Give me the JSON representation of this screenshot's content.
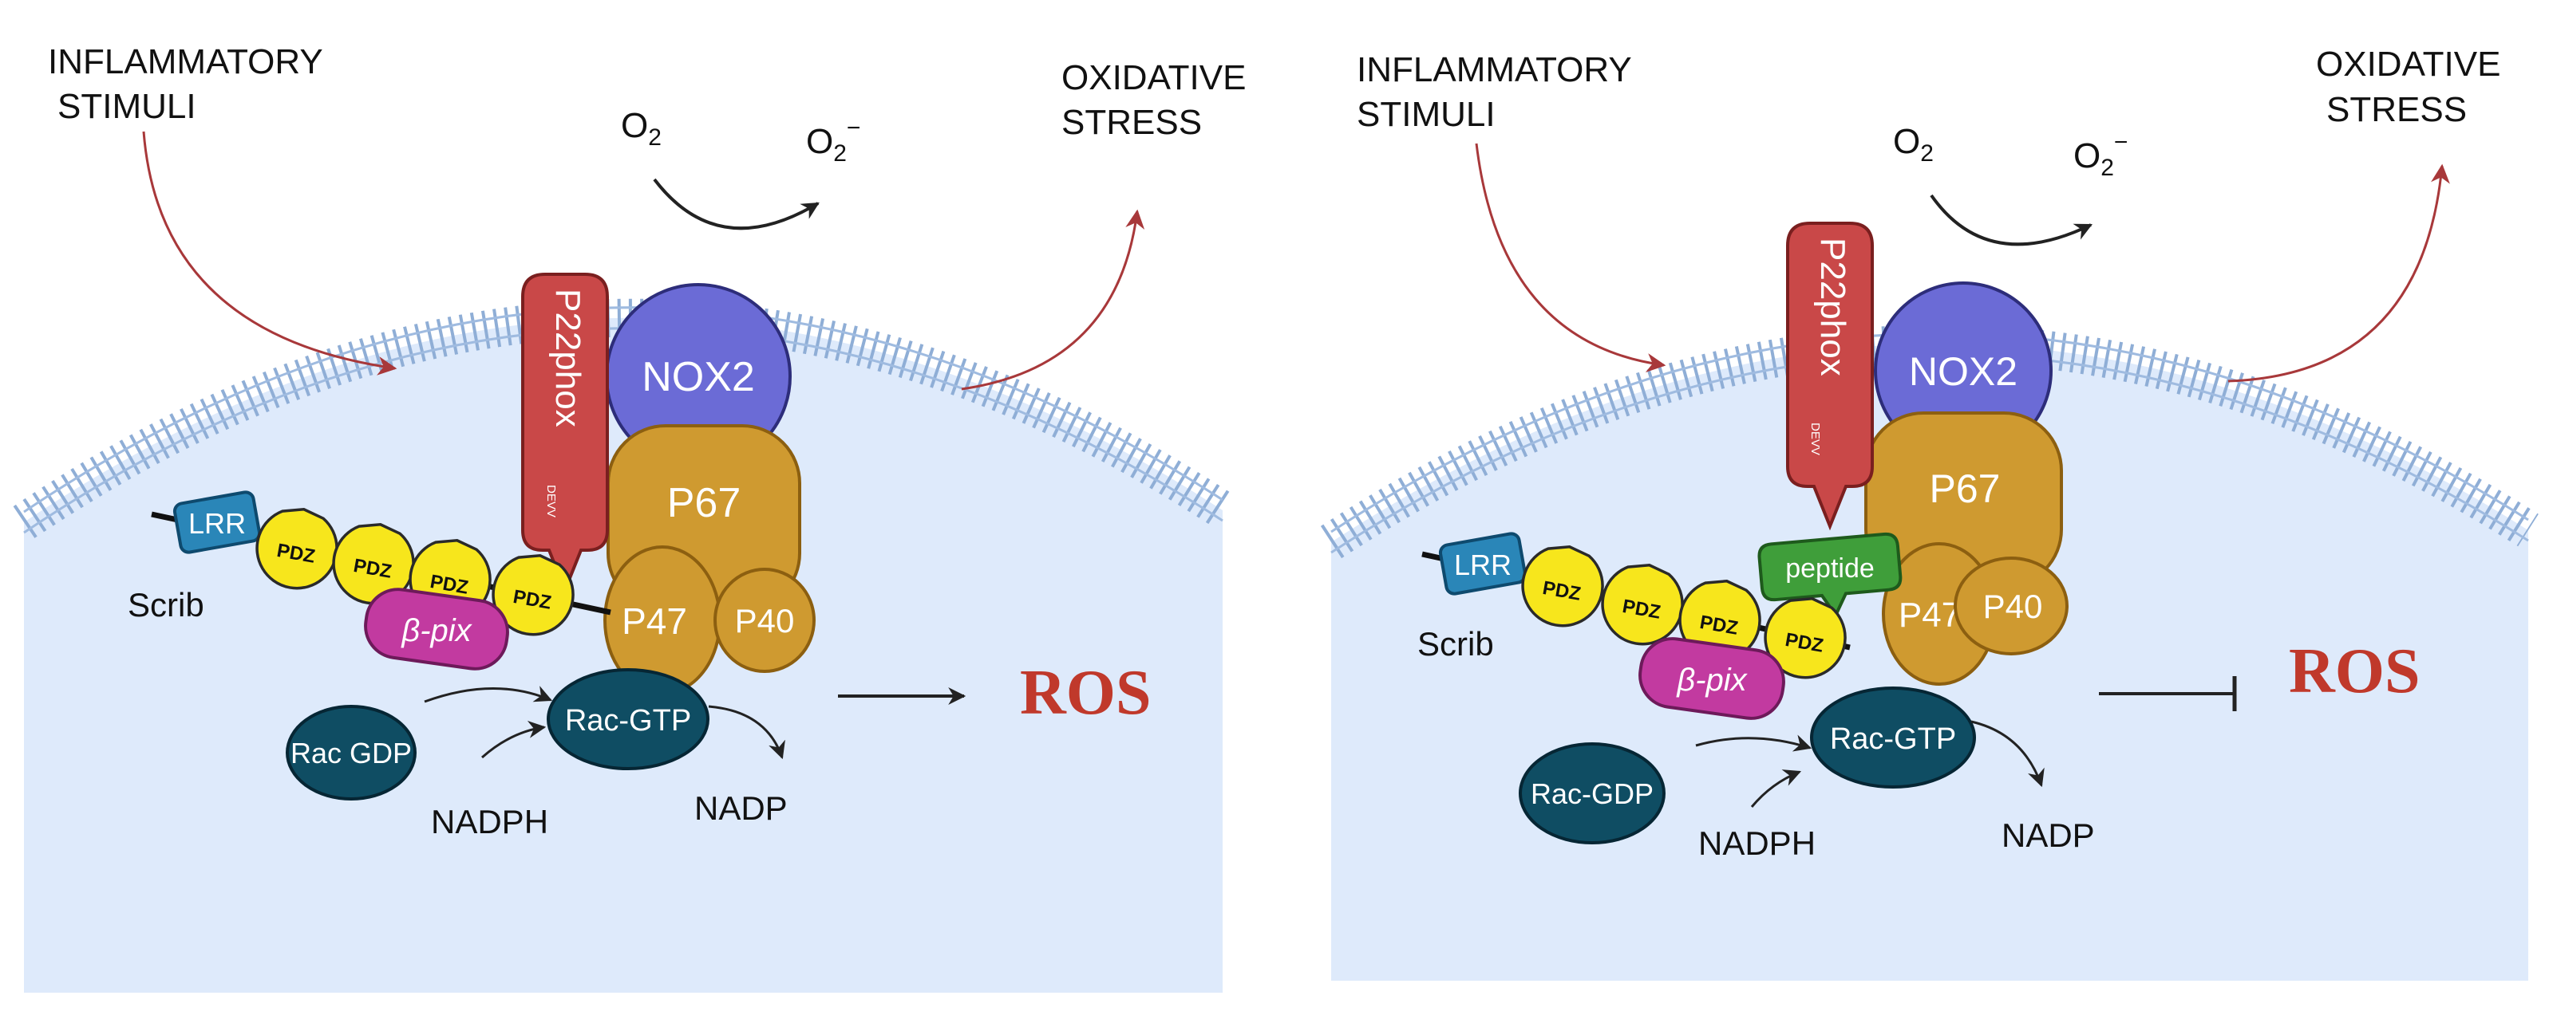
{
  "colors": {
    "cell_fill": "#deeafb",
    "membrane": "#8faed6",
    "nox2": "#6b6bd6",
    "p22phox": "#c94848",
    "p_subunits": "#cf9a30",
    "rac": "#0f4d63",
    "lrr": "#2a86b8",
    "pdz": "#f7e61c",
    "beta_pix": "#c23aa0",
    "peptide": "#3f9e3a",
    "stimulus_arrow": "#a8383a",
    "ros_text": "#c0392b"
  },
  "left": {
    "stimuli_line1": "INFLAMMATORY",
    "stimuli_line2": "STIMULI",
    "o2": "O",
    "o2_sub": "2",
    "o2m": "O",
    "o2m_sub": "2",
    "o2m_sup": "−",
    "stress_line1": "OXIDATIVE",
    "stress_line2": "STRESS",
    "p22phox": "P22phox",
    "devv": "DEVV",
    "nox2": "NOX2",
    "p67": "P67",
    "p47": "P47",
    "p40": "P40",
    "lrr": "LRR",
    "pdz": "PDZ",
    "scrib": "Scrib",
    "beta_pix": "β-pix",
    "rac_gdp": "Rac GDP",
    "rac_gtp": "Rac-GTP",
    "nadph": "NADPH",
    "nadp": "NADP",
    "ros": "ROS"
  },
  "right": {
    "stimuli_line1": "INFLAMMATORY",
    "stimuli_line2": "STIMULI",
    "o2": "O",
    "o2_sub": "2",
    "o2m": "O",
    "o2m_sub": "2",
    "o2m_sup": "−",
    "stress_line1": "OXIDATIVE",
    "stress_line2": "STRESS",
    "p22phox": "P22phox",
    "devv": "DEVV",
    "nox2": "NOX2",
    "p67": "P67",
    "p47": "P47",
    "p40": "P40",
    "lrr": "LRR",
    "pdz": "PDZ",
    "peptide": "peptide",
    "scrib": "Scrib",
    "beta_pix": "β-pix",
    "rac_gdp": "Rac-GDP",
    "rac_gtp": "Rac-GTP",
    "nadph": "NADPH",
    "nadp": "NADP",
    "ros": "ROS"
  }
}
